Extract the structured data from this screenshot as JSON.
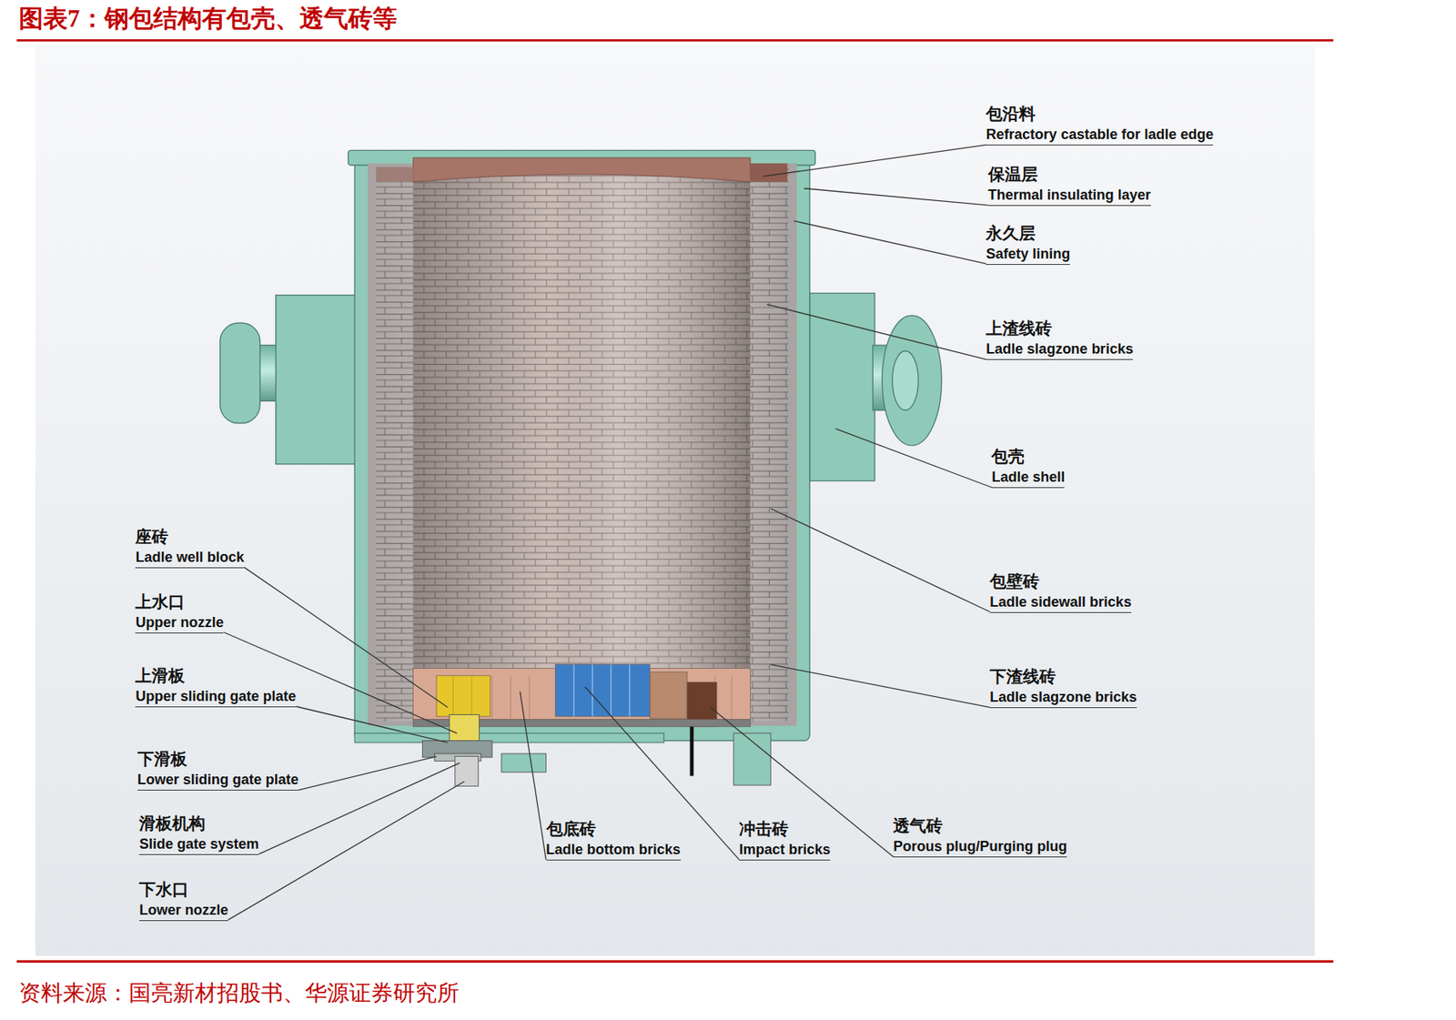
{
  "diagram": {
    "title": "图表7：钢包结构有包壳、透气砖等",
    "caption": "资料来源：国亮新材招股书、华源证券研究所",
    "labels": [
      "包沿料",
      "Refractory castable for ladle edge",
      "保温层",
      "Thermal insulating layer",
      "永久层",
      "Safety lining",
      "上渣线砖",
      "Ladle slagzone bricks",
      "包壳",
      "Ladle shell",
      "包壁砖",
      "Ladle sidewall bricks",
      "下渣线砖",
      "Ladle slagzone bricks",
      "座砖",
      "Ladle well block",
      "上水口",
      "Upper nozzle",
      "上滑板",
      "Upper sliding gate plate",
      "下滑板",
      "Lower sliding gate plate",
      "滑板机构",
      "Slide gate system",
      "下水口",
      "Lower nozzle",
      "包底砖",
      "Ladle bottom bricks",
      "冲击砖",
      "Impact bricks",
      "透气砖",
      "Porous plug/Purging plug"
    ]
  }
}
